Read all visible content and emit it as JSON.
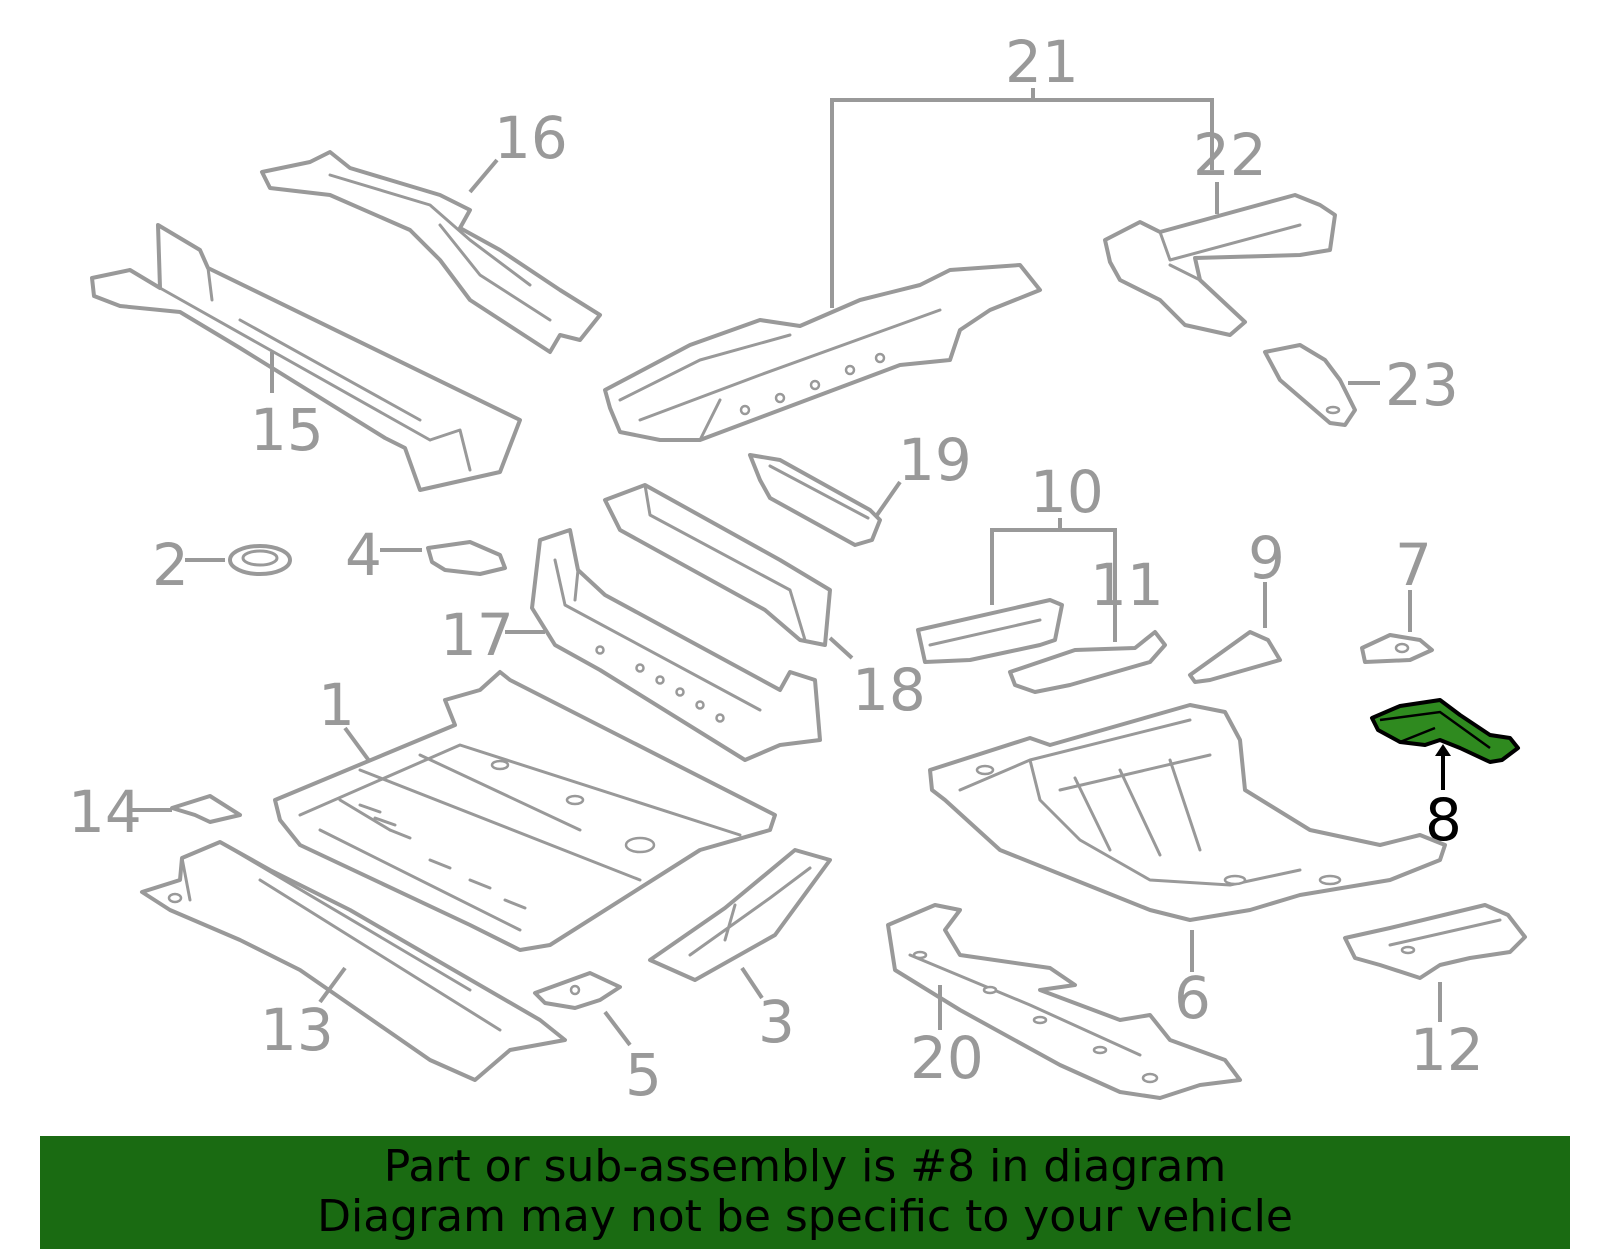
{
  "callouts": {
    "c1": "1",
    "c2": "2",
    "c3": "3",
    "c4": "4",
    "c5": "5",
    "c6": "6",
    "c7": "7",
    "c8": "8",
    "c9": "9",
    "c10": "10",
    "c11": "11",
    "c12": "12",
    "c13": "13",
    "c14": "14",
    "c15": "15",
    "c16": "16",
    "c17": "17",
    "c18": "18",
    "c19": "19",
    "c20": "20",
    "c21": "21",
    "c22": "22",
    "c23": "23"
  },
  "highlight": {
    "part_number": "8",
    "fill_color": "#2f8a1f"
  },
  "banner": {
    "line1": "Part or sub-assembly is #8 in diagram",
    "line2": "Diagram may not be specific to your vehicle",
    "background_color": "#1a6b12"
  }
}
